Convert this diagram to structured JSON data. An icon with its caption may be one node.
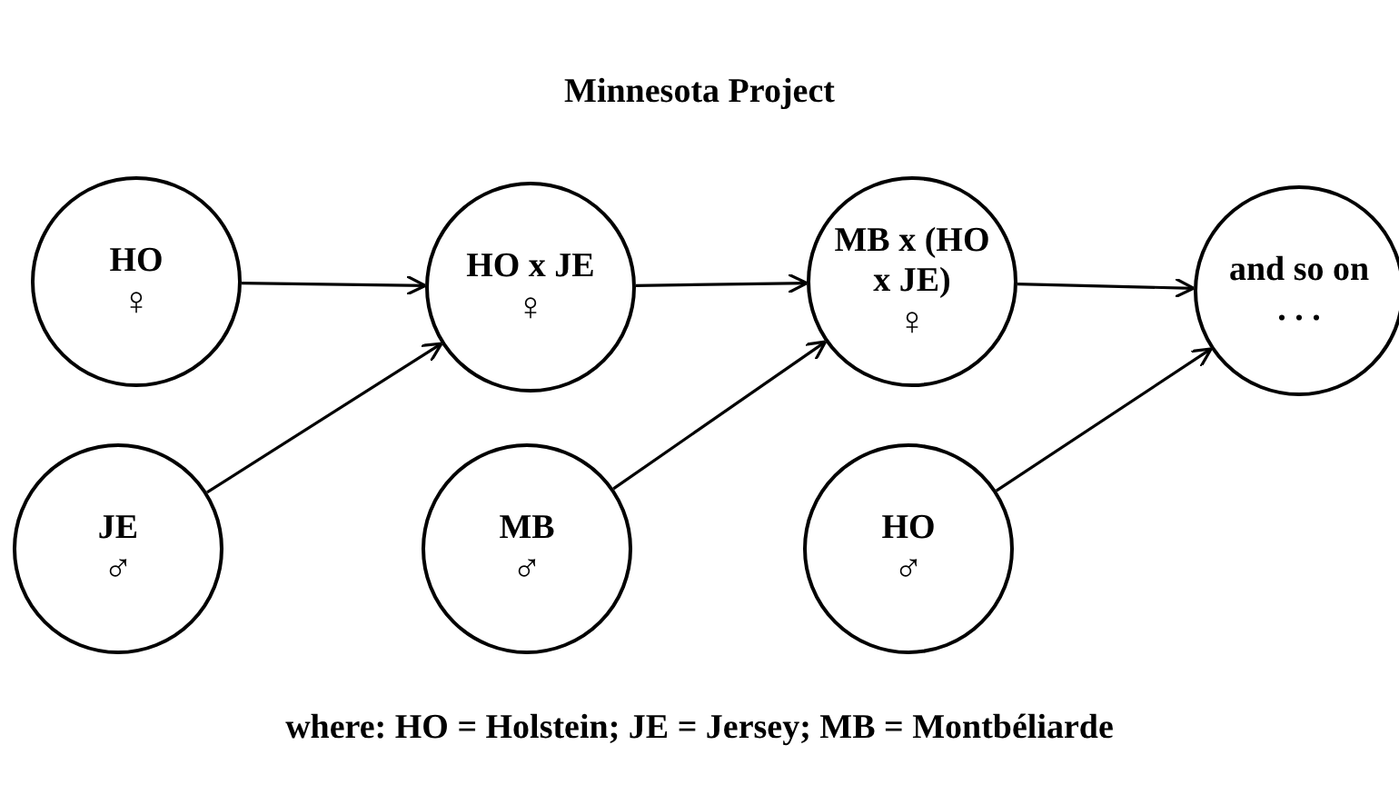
{
  "diagram": {
    "title": "Minnesota Project",
    "nodes": [
      {
        "text": [
          "HO",
          "♀"
        ]
      },
      {
        "text": [
          "HO x JE",
          "♀"
        ]
      },
      {
        "text": [
          "MB x (HO x JE)",
          "♀"
        ]
      },
      {
        "text": [
          "and so on . . ."
        ]
      },
      {
        "text": [
          "JE",
          "♂"
        ]
      },
      {
        "text": [
          "MB",
          "♂"
        ]
      },
      {
        "text": [
          "HO",
          "♂"
        ]
      }
    ],
    "edges": [
      {
        "from": 0,
        "to": 1,
        "arrow": "to"
      },
      {
        "from": 4,
        "to": 1,
        "arrow": "to"
      },
      {
        "from": 1,
        "to": 2,
        "arrow": "to"
      },
      {
        "from": 5,
        "to": 2,
        "arrow": "to"
      },
      {
        "from": 2,
        "to": 3,
        "arrow": "to"
      },
      {
        "from": 6,
        "to": 3,
        "arrow": "to"
      }
    ],
    "caption": "where: HO = Holstein; JE = Jersey; MB = Montbéliarde"
  }
}
